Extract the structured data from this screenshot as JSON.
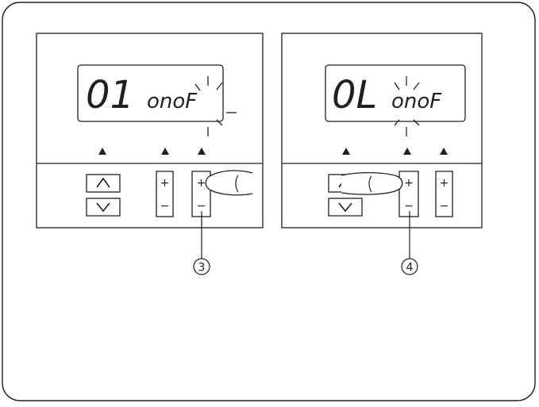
{
  "panels": [
    {
      "id": "left",
      "display_digits": "01",
      "display_text": "onoF",
      "plus_label": "+",
      "minus_label": "−",
      "up_icon": "chevron-up-icon",
      "down_icon": "chevron-down-icon",
      "callout": "3"
    },
    {
      "id": "right",
      "display_digits": "0L",
      "display_text": "onoF",
      "plus_label": "+",
      "minus_label": "−",
      "up_icon": "chevron-up-icon",
      "down_icon": "chevron-down-icon",
      "callout": "4"
    }
  ],
  "colors": {
    "line": "#231f20",
    "background": "#ffffff"
  }
}
